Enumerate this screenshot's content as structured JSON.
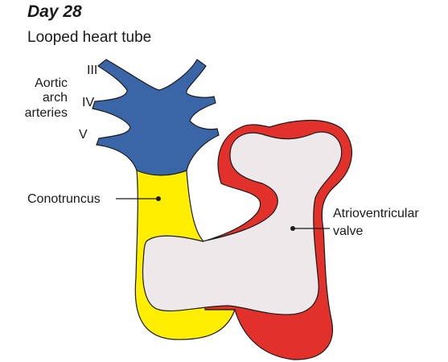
{
  "figure": {
    "title": "Day 28",
    "subtitle": "Looped heart tube"
  },
  "labels": {
    "arch_numbers": [
      "III",
      "IV",
      "V"
    ],
    "aortic_arch_arteries": [
      "Aortic",
      "arch",
      "arteries"
    ],
    "conotruncus": "Conotruncus",
    "atrioventricular_valve": [
      "Atrioventricular",
      "valve"
    ]
  },
  "colors": {
    "aortic_arch_arteries": "#3a66a8",
    "conotruncus": "#ffee00",
    "atrium_ventricle_wall": "#e2312a",
    "lumen": "#ede9ea",
    "outline": "#1a1a1a"
  }
}
